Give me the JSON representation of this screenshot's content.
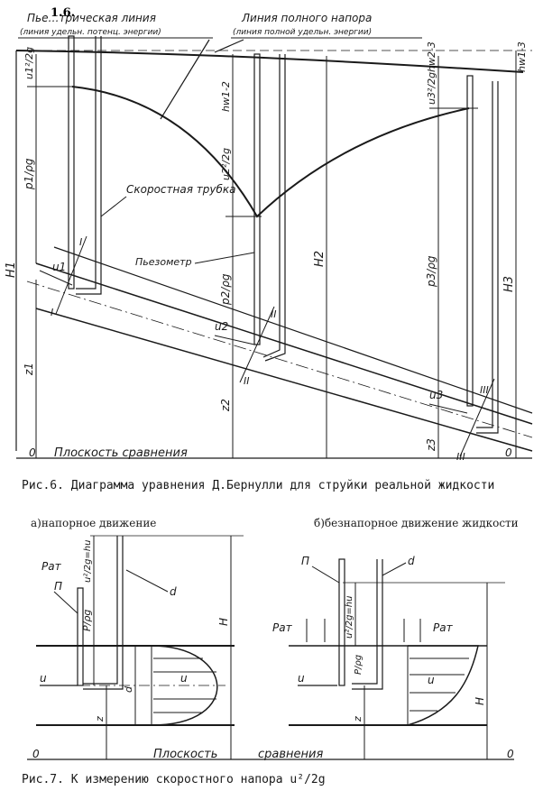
{
  "fig6": {
    "section_no": "1.6.",
    "piezo_line_label": "Пье…трическая линия",
    "piezo_line_sub": "(линия удельн. потенц. энергии)",
    "total_head_label": "Линия полного напора",
    "total_head_sub": "(линия полной удельн. энергии)",
    "velocity_tube": "Скоростная трубка",
    "piezometer": "Пьезометр",
    "datum": "Плоскость сравнения",
    "zero_left": "0",
    "zero_right": "0",
    "H1": "H1",
    "H2": "H2",
    "H3": "H3",
    "z1": "z1",
    "z2": "z2",
    "z3": "z3",
    "u1": "u1",
    "u2": "u2",
    "u3": "u3",
    "p1": "p1/ρg",
    "p2": "p2/ρg",
    "p3": "p3/ρg",
    "vh1": "u1²/2g",
    "vh2": "u2²/2g",
    "vh3": "u3²/2g",
    "hw12": "hw1-2",
    "hw23": "hw2-3",
    "hw13": "hw1-3",
    "sec1": "I",
    "sec2": "II",
    "sec3": "III",
    "caption": "Рис.6. Диаграмма уравнения Д.Бернулли для струйки реальной жидкости"
  },
  "fig7": {
    "a_title": "а)напорное движение",
    "b_title": "б)безнапорное движение жидкости",
    "p_atm": "Pат",
    "P": "П",
    "d": "d",
    "H": "H",
    "u": "u",
    "z": "z",
    "p_over": "P/ρg",
    "vh": "u²/2g=hu",
    "datum_a": "Плоскость",
    "datum_b": "сравнения",
    "zero": "0",
    "caption": "Рис.7. К измерению скоростного напора u²/2g"
  }
}
